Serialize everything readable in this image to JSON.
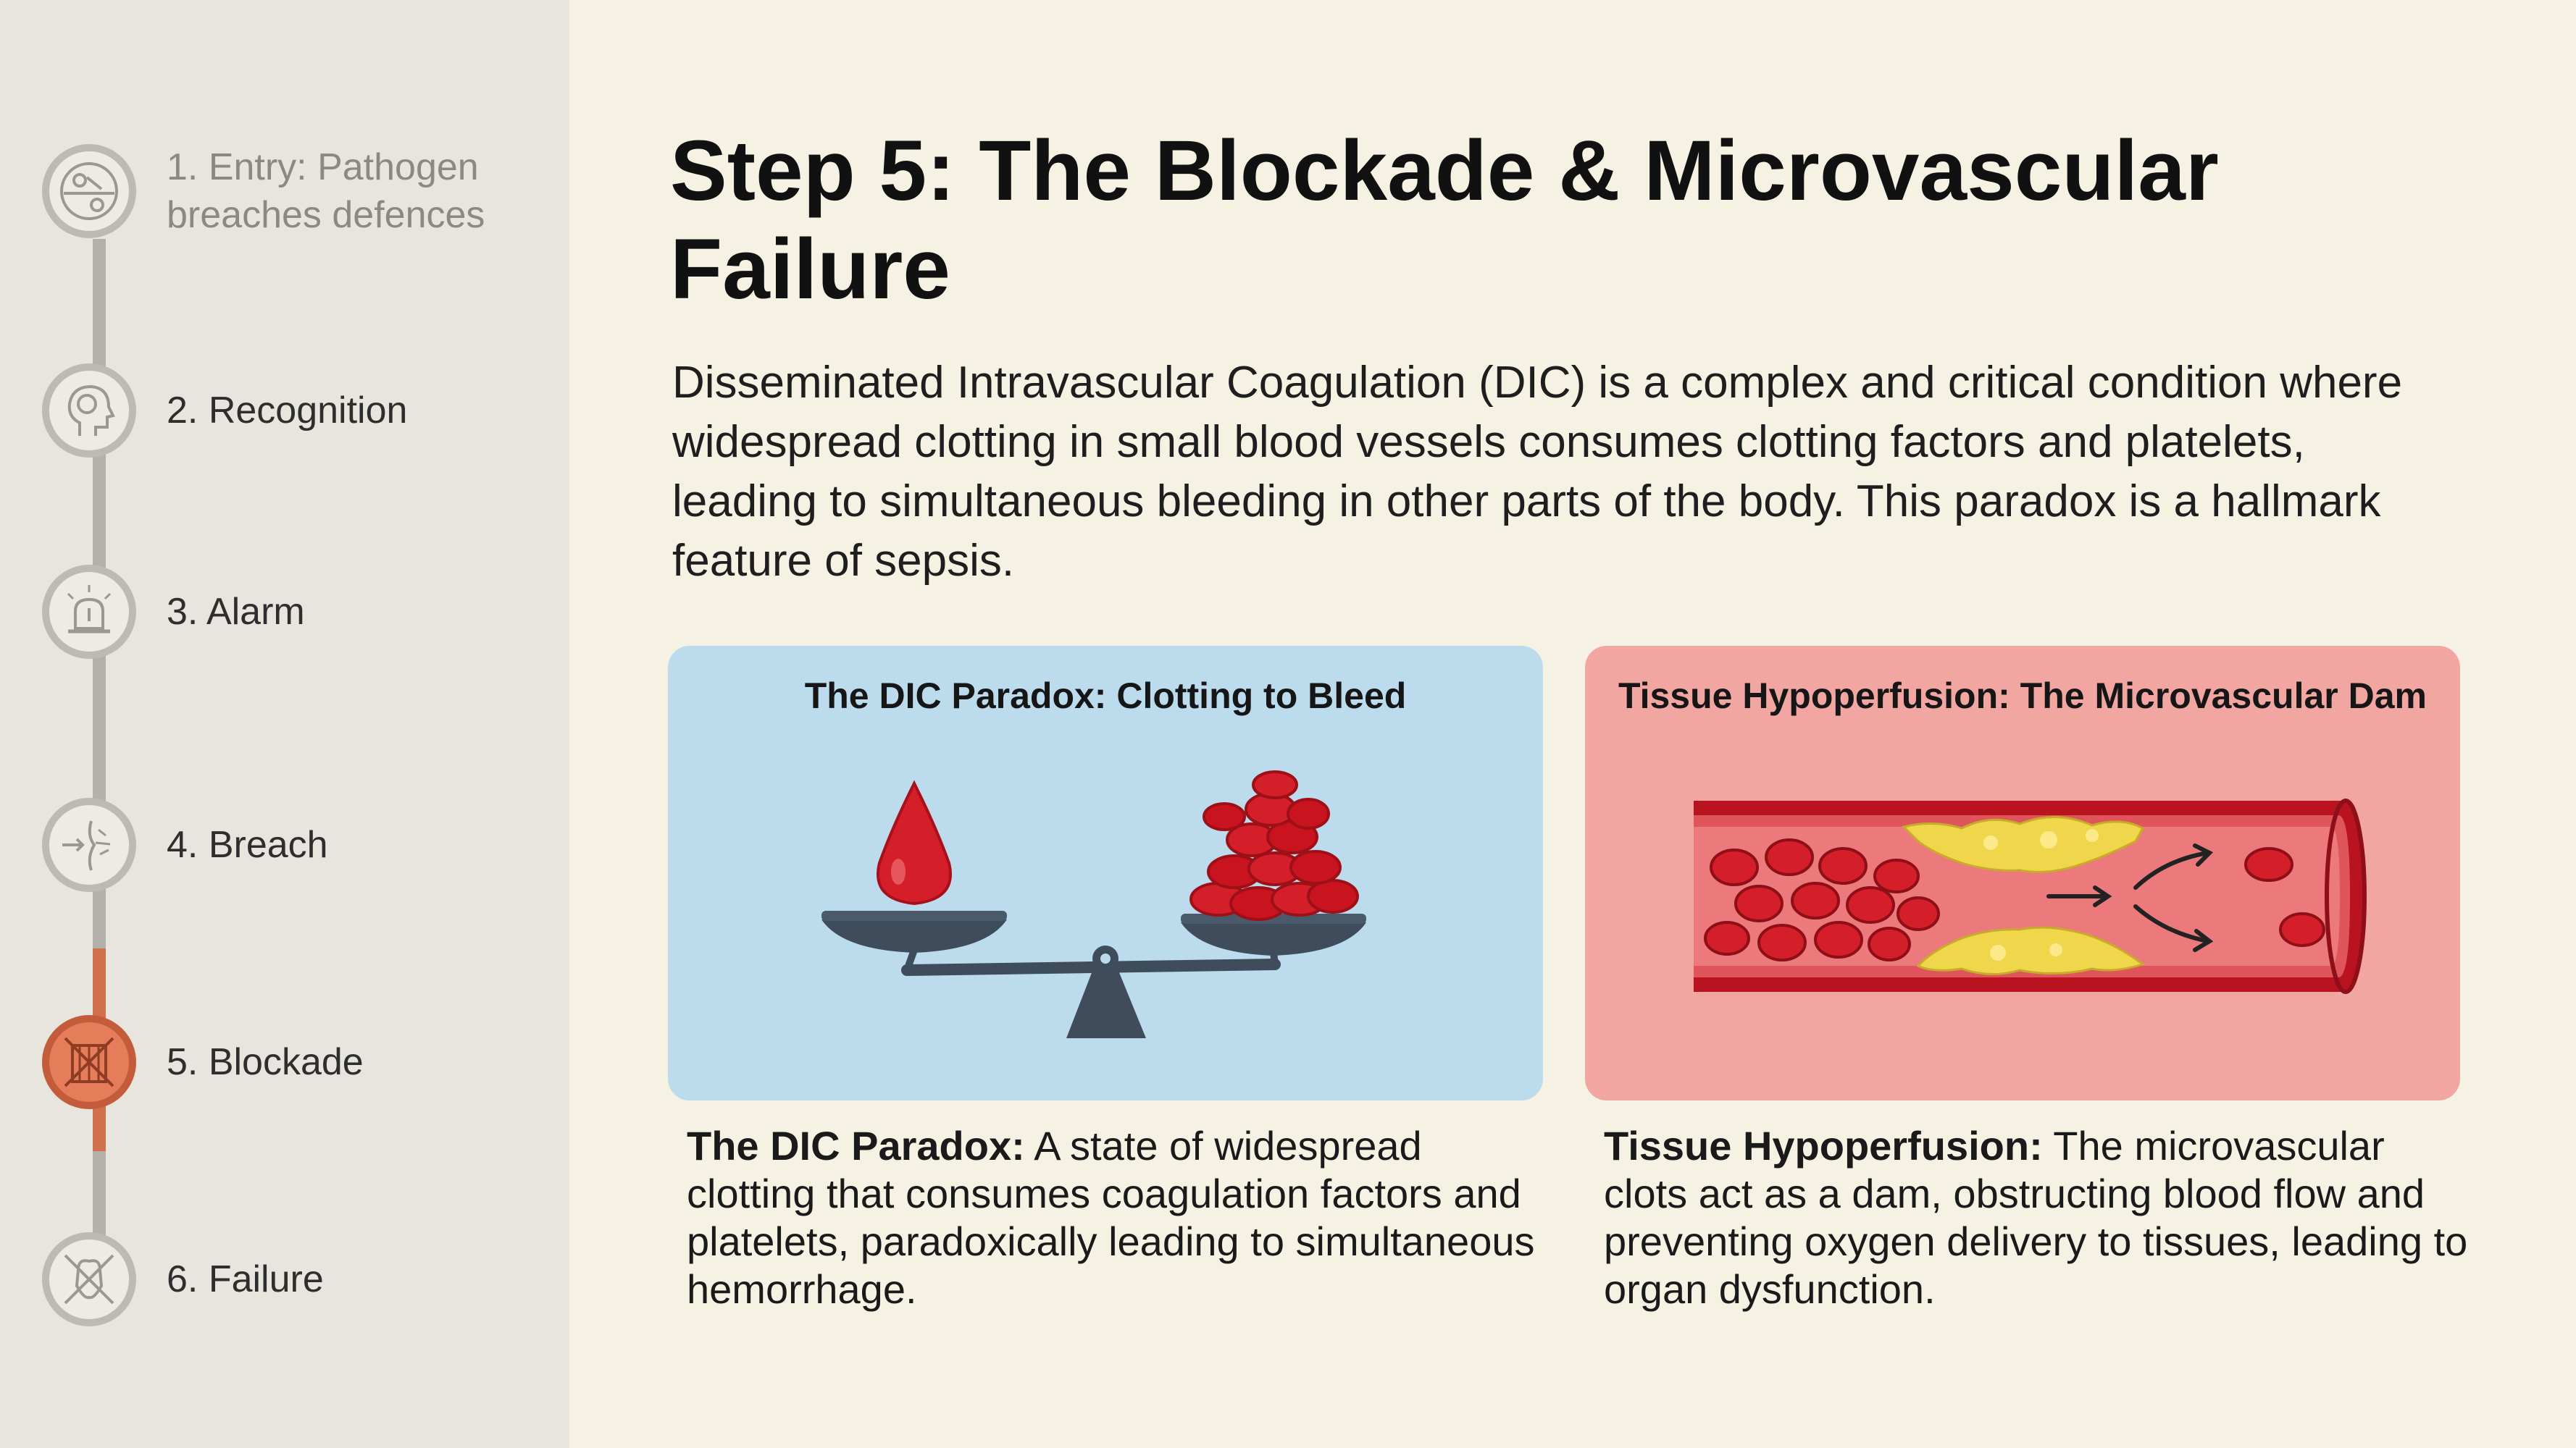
{
  "sidebar": {
    "steps": [
      {
        "label": "1. Entry: Pathogen breaches defences",
        "icon": "pathogen-icon",
        "state": "muted"
      },
      {
        "label": "2. Recognition",
        "icon": "head-recognition-icon",
        "state": "normal"
      },
      {
        "label": "3. Alarm",
        "icon": "alarm-icon",
        "state": "normal"
      },
      {
        "label": "4. Breach",
        "icon": "breach-icon",
        "state": "normal"
      },
      {
        "label": "5. Blockade",
        "icon": "blockade-icon",
        "state": "active"
      },
      {
        "label": "6. Failure",
        "icon": "failure-icon",
        "state": "normal"
      }
    ]
  },
  "main": {
    "title": "Step 5: The Blockade & Microvascular Failure",
    "intro": "Disseminated Intravascular Coagulation (DIC) is a complex and critical condition where widespread clotting in small blood vessels consumes clotting factors and platelets, leading to simultaneous bleeding in other parts of the body. This paradox is a hallmark feature of sepsis.",
    "panels": [
      {
        "title": "The DIC Paradox: Clotting to Bleed",
        "caption_term": "The DIC Paradox:",
        "caption_text": " A state of widespread clotting that consumes coagulation factors and platelets, paradoxically leading to simultaneous hemorrhage."
      },
      {
        "title": "Tissue Hypoperfusion: The Microvascular Dam",
        "caption_term": "Tissue Hypoperfusion:",
        "caption_text": " The microvascular clots act as a dam, obstructing blood flow and preventing oxygen delivery to tissues, leading to organ dysfunction."
      }
    ]
  },
  "colors": {
    "background": "#f5f1e3",
    "sidebar": "#e7e5dd",
    "accent": "#e57d5a",
    "blood": "#d41e2a",
    "clot": "#f0d64a",
    "panel_blue": "#bcdcee",
    "panel_red": "#f1a6a2"
  }
}
